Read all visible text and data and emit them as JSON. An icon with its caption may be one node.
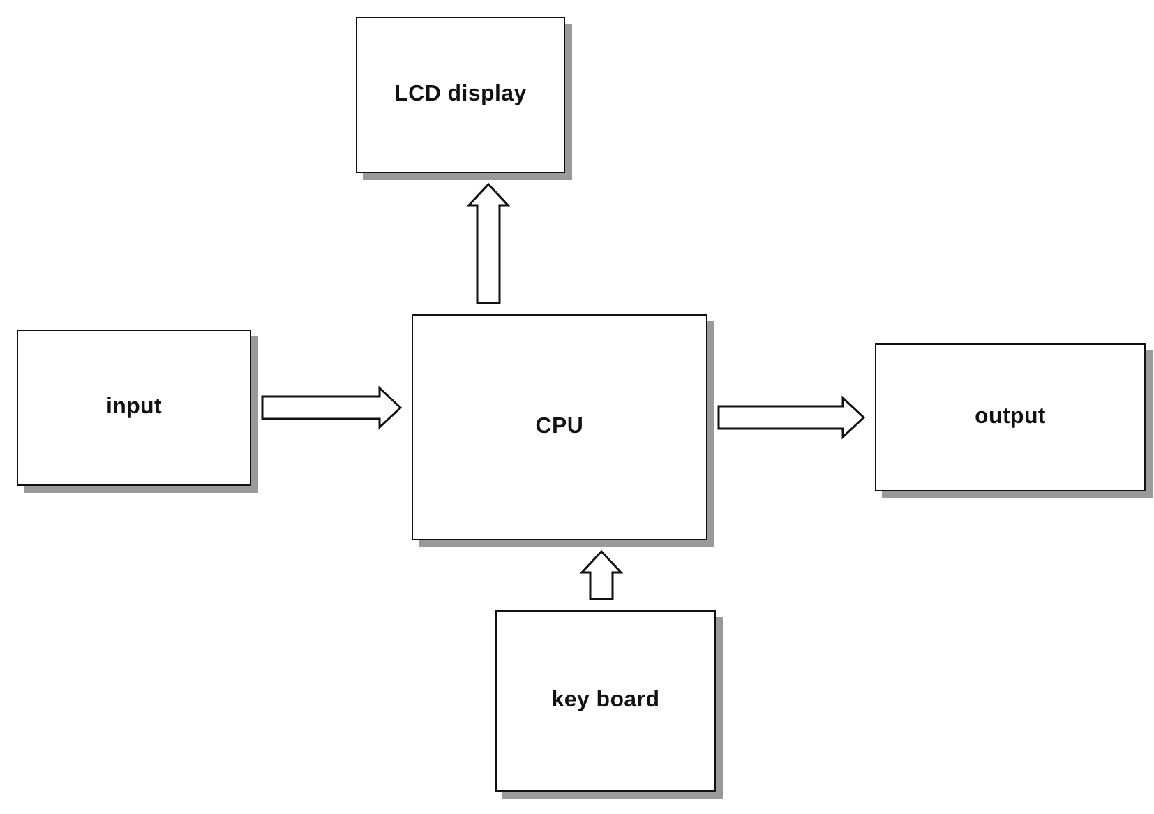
{
  "diagram": {
    "nodes": [
      {
        "text": [
          "LCD display"
        ]
      },
      {
        "text": [
          "input"
        ]
      },
      {
        "text": [
          "CPU"
        ]
      },
      {
        "text": [
          "output"
        ]
      },
      {
        "text": [
          "key board"
        ]
      }
    ],
    "edges": [
      {
        "from": 1,
        "to": 2,
        "arrow": "to"
      },
      {
        "from": 2,
        "to": 3,
        "arrow": "to"
      },
      {
        "from": 2,
        "to": 0,
        "arrow": "to"
      },
      {
        "from": 4,
        "to": 2,
        "arrow": "to"
      }
    ]
  }
}
